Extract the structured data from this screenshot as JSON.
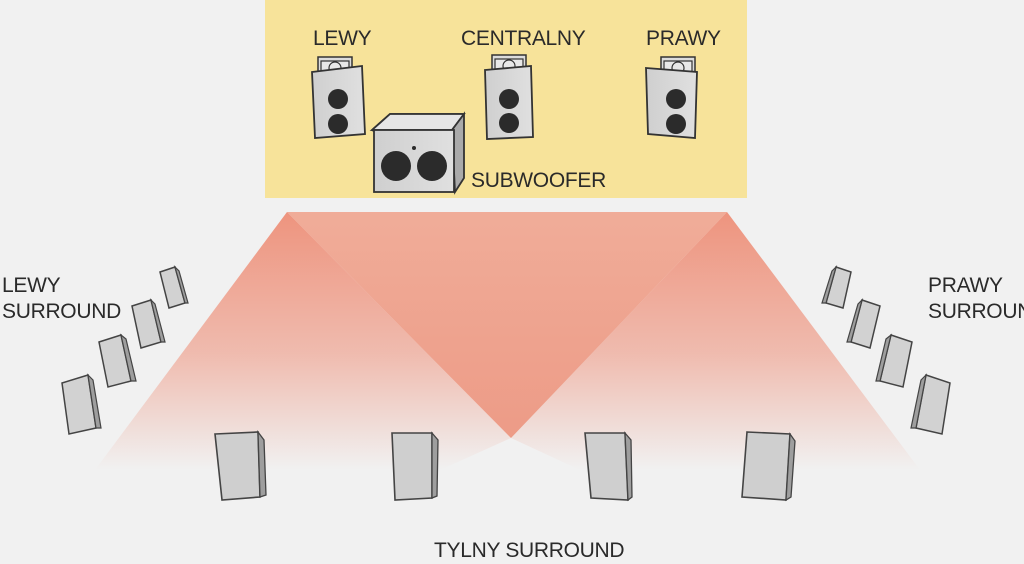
{
  "colors": {
    "background": "#f1f1f1",
    "front_stage": "#f7e39a",
    "sound_field": "#ee8f78",
    "speaker_face": "#d6d6d6",
    "speaker_outline": "#333333",
    "driver": "#2b2b2b"
  },
  "labels": {
    "front_left": "LEWY",
    "front_center": "CENTRALNY",
    "front_right": "PRAWY",
    "subwoofer": "SUBWOOFER",
    "left_surround": [
      "LEWY",
      "SURROUND"
    ],
    "right_surround": [
      "PRAWY",
      "SURROUND"
    ],
    "rear_surround": "TYLNY SURROUND"
  },
  "counts": {
    "left_surround_speakers": 4,
    "right_surround_speakers": 4,
    "rear_surround_speakers": 4
  }
}
